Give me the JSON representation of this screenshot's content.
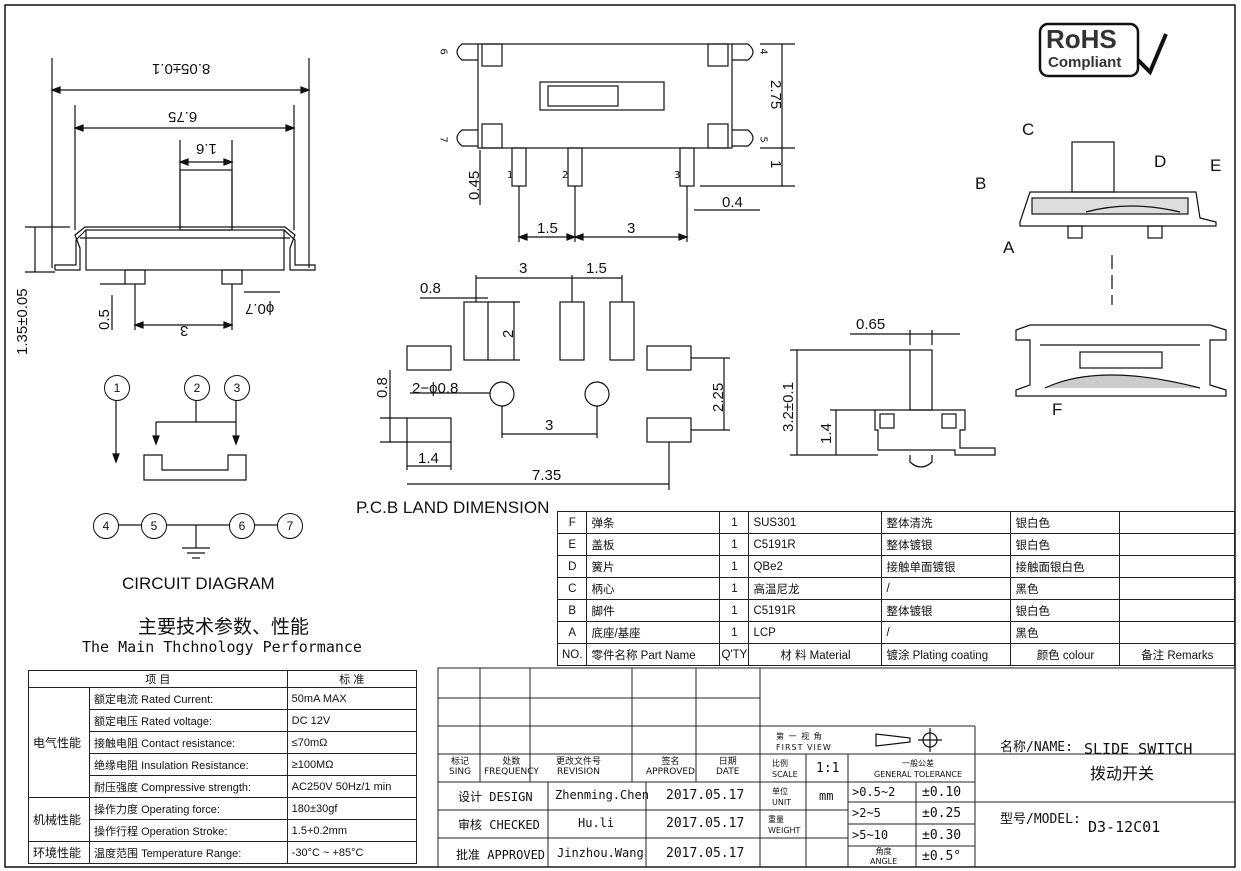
{
  "rohs": {
    "line1": "RoHS",
    "line2": "Compliant"
  },
  "dims": {
    "top_width": "8.05±0.1",
    "inner_width": "6.75",
    "knob_w": "1.6",
    "height_total": "1.35±0.05",
    "pin_h": "0.5",
    "pin_pitch_side": "3",
    "pin_dia": "ϕ0.7",
    "front_h1": "2.75",
    "front_h2": "1",
    "pin_len": "0.45",
    "pin_w": "0.4",
    "pitch_a": "1.5",
    "pitch_b": "3",
    "pad_pitch": "3",
    "pad_pitch2": "1.5",
    "pad_w": "0.8",
    "pad_h": "2",
    "hole_label": "2−ϕ0.8",
    "side_pad_h": "0.8",
    "pad_span_v": "2.25",
    "hole_pitch": "3",
    "side_pad_w": "1.4",
    "total_span": "7.35",
    "knob_width_side": "0.65",
    "side_height": "3.2±0.1",
    "side_knob_h": "1.4"
  },
  "pin_labels": {
    "p1": "1",
    "p2": "2",
    "p3": "3",
    "p4": "4",
    "p5": "5",
    "p6": "6",
    "p7": "7"
  },
  "callouts": {
    "a": "A",
    "b": "B",
    "c": "C",
    "d": "D",
    "e": "E",
    "f": "F"
  },
  "circuit": {
    "n1": "1",
    "n2": "2",
    "n3": "3",
    "n4": "4",
    "n5": "5",
    "n6": "6",
    "n7": "7",
    "title": "CIRCUIT DIAGRAM"
  },
  "pcb_title": "P.C.B LAND DIMENSION",
  "perf": {
    "title_cn": "主要技术参数、性能",
    "title_en": "The Main Thchnology Performance",
    "head_item": "项    目",
    "head_std": "标    准",
    "rows": [
      {
        "group": "电气性能",
        "cn": "额定电流",
        "en": "Rated Current:",
        "val": "50mA MAX"
      },
      {
        "group": "",
        "cn": "额定电压",
        "en": "Rated voltage:",
        "val": "DC 12V"
      },
      {
        "group": "",
        "cn": "接触电阻",
        "en": "Contact resistance:",
        "val": "≤70mΩ"
      },
      {
        "group": "",
        "cn": "绝缘电阻",
        "en": "Insulation Resistance:",
        "val": "≥100MΩ"
      },
      {
        "group": "",
        "cn": "耐压强度",
        "en": "Compressive strength:",
        "val": "AC250V  50Hz/1 min"
      },
      {
        "group": "机械性能",
        "cn": "操作力度",
        "en": "Operating force:",
        "val": "180±30gf"
      },
      {
        "group": "",
        "cn": "操作行程",
        "en": "Operation Stroke:",
        "val": "1.5+0.2mm"
      },
      {
        "group": "环境性能",
        "cn": "温度范围",
        "en": "Temperature Range:",
        "val": "-30°C ~ +85°C"
      }
    ]
  },
  "bom": {
    "rows": [
      {
        "id": "F",
        "cn": "弹条",
        "qty": "1",
        "mat": "SUS301",
        "plating": "整体清洗",
        "colour": "银白色"
      },
      {
        "id": "E",
        "cn": "盖板",
        "qty": "1",
        "mat": "C5191R",
        "plating": "整体镀银",
        "colour": "银白色"
      },
      {
        "id": "D",
        "cn": "簧片",
        "qty": "1",
        "mat": "QBe2",
        "plating": "接触单面镀银",
        "colour": "接触面银白色"
      },
      {
        "id": "C",
        "cn": "柄心",
        "qty": "1",
        "mat": "高温尼龙",
        "plating": "/",
        "colour": "黑色"
      },
      {
        "id": "B",
        "cn": "脚件",
        "qty": "1",
        "mat": "C5191R",
        "plating": "整体镀银",
        "colour": "银白色"
      },
      {
        "id": "A",
        "cn": "底座/基座",
        "qty": "1",
        "mat": "LCP",
        "plating": "/",
        "colour": "黑色"
      }
    ],
    "header": {
      "no": "NO.",
      "part": "零件名称  Part Name",
      "qty": "Q'TY",
      "mat": "材 料  Material",
      "plating": "镀涂  Plating coating",
      "colour": "颜色    colour",
      "remarks": "备注  Remarks"
    }
  },
  "titleblock": {
    "rev_headers": [
      "标记\nSING",
      "处数\nFREQUENCY",
      "更改文件号\nREVISION",
      "签名\nAPPROVED",
      "日期\nDATE"
    ],
    "sing": "标记",
    "sing_en": "SING",
    "freq": "处数",
    "freq_en": "FREQUENCY",
    "revision": "更改文件号",
    "revision_en": "REVISION",
    "approved": "签名",
    "approved_en": "APPROVED",
    "date": "日期",
    "date_en": "DATE",
    "design_label": "设计 DESIGN",
    "checked_label": "审核 CHECKED",
    "approved_label": "批准 APPROVED",
    "designer": "Zhenming.Chen",
    "checker": "Hu.li",
    "approver": "Jinzhou.Wang",
    "date1": "2017.05.17",
    "date2": "2017.05.17",
    "date3": "2017.05.17",
    "first_view_cn": "第 一 视 角",
    "first_view_en": "FIRST VIEW",
    "scale_cn": "比例",
    "scale_en": "SCALE",
    "scale": "1:1",
    "tol_cn": "一般公差",
    "tol_en": "GENERAL TOLERANCE",
    "unit_cn": "单位",
    "unit_en": "UNIT",
    "unit": "mm",
    "weight_cn": "重量",
    "weight_en": "WEIGHT",
    "angle_cn": "角度",
    "angle_en": "ANGLE",
    "tol_rows": [
      {
        "range": ">0.5~2",
        "tol": "±0.10"
      },
      {
        "range": ">2~5",
        "tol": "±0.25"
      },
      {
        "range": ">5~10",
        "tol": "±0.30"
      }
    ],
    "angle_tol": "±0.5°",
    "name_label": "名称/NAME:",
    "name_en": "SLIDE SWITCH",
    "name_cn": "拨动开关",
    "model_label": "型号/MODEL:",
    "model": "D3-12C01"
  }
}
